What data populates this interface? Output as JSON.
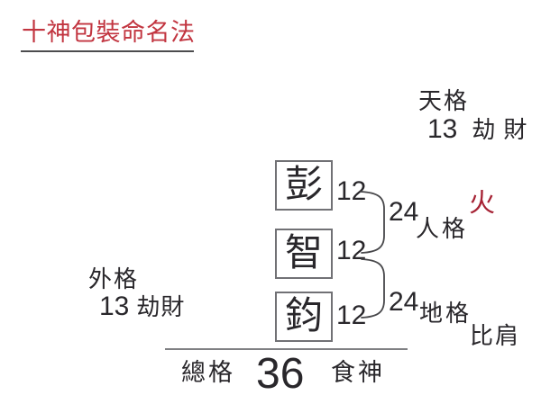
{
  "title": "十神包裝命名法",
  "name": {
    "characters": [
      {
        "char": "彭",
        "strokes": "12"
      },
      {
        "char": "智",
        "strokes": "12"
      },
      {
        "char": "鈞",
        "strokes": "12"
      }
    ]
  },
  "grids": {
    "heaven": {
      "label": "天格",
      "value": "13",
      "ten_god": "劫財"
    },
    "person": {
      "label": "人格",
      "value": "24",
      "element": "火"
    },
    "earth": {
      "label": "地格",
      "value": "24",
      "ten_god": "比肩"
    },
    "outer": {
      "label": "外格",
      "value": "13",
      "ten_god": "劫財"
    },
    "total": {
      "label": "總格",
      "value": "36",
      "ten_god": "食神"
    }
  },
  "colors": {
    "title_red": "#c23540",
    "element_red": "#a62234",
    "ink": "#29272b"
  }
}
